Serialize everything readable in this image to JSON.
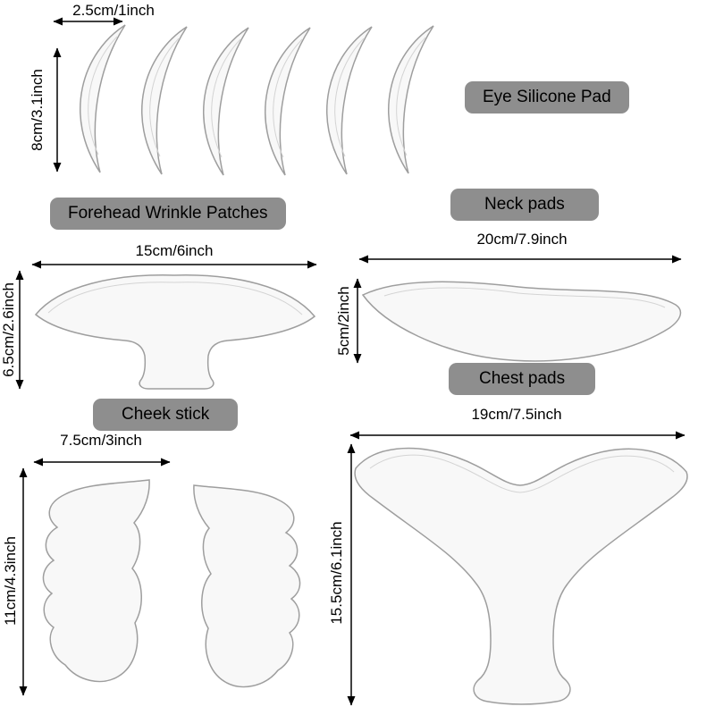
{
  "labels": {
    "eye_pad": "Eye Silicone Pad",
    "forehead_patches": "Forehead Wrinkle Patches",
    "neck_pads": "Neck pads",
    "chest_pads": "Chest pads",
    "cheek_stick": "Cheek stick"
  },
  "dimensions": {
    "eye": {
      "width": "2.5cm/1inch",
      "height": "8cm/3.1inch"
    },
    "forehead": {
      "width": "15cm/6inch",
      "height": "6.5cm/2.6inch"
    },
    "neck": {
      "width": "20cm/7.9inch",
      "height": "5cm/2inch"
    },
    "cheek": {
      "width": "7.5cm/3inch",
      "height": "11cm/4.3inch"
    },
    "chest": {
      "width": "19cm/7.5inch",
      "height": "15.5cm/6.1inch"
    }
  },
  "counts": {
    "eye_pads": 6,
    "cheek_pads": 2
  },
  "colors": {
    "background": "#ffffff",
    "label_bg": "#8e8e8e",
    "label_text": "#000000",
    "dimension_text": "#000000",
    "pad_outline": "#9e9e9e",
    "pad_fill": "#f8f8f8",
    "arrow": "#000000"
  }
}
